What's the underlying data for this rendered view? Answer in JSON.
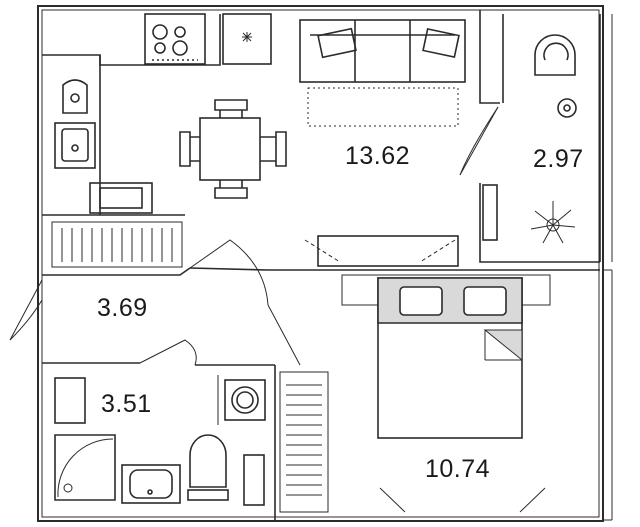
{
  "rooms": {
    "living_kitchen": {
      "area": "13.62"
    },
    "balcony": {
      "area": "2.97"
    },
    "hallway": {
      "area": "3.69"
    },
    "bathroom": {
      "area": "3.51"
    },
    "bedroom": {
      "area": "10.74"
    }
  },
  "colors": {
    "wall": "#2b2b2b",
    "line": "#333333",
    "fill_grey": "#d9d9d9",
    "background": "#ffffff"
  }
}
